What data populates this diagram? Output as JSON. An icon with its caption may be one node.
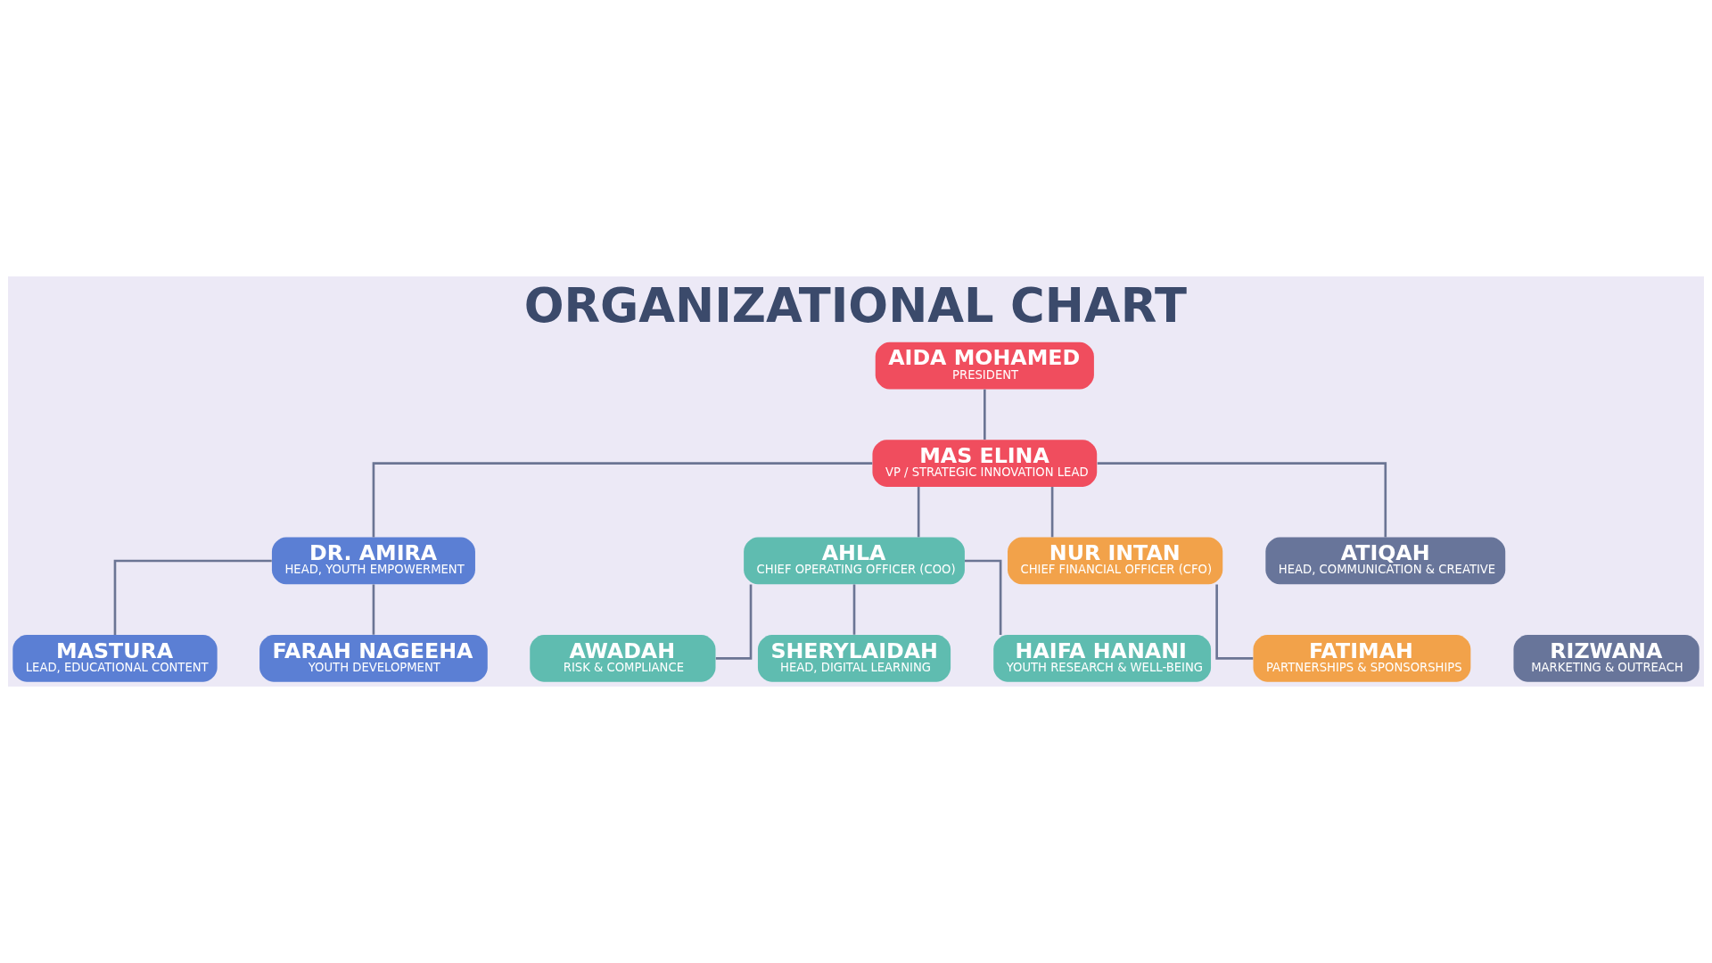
{
  "diagram": {
    "title": "ORGANIZATIONAL CHART",
    "nodes": [
      {
        "text": [
          "AIDA MOHAMED",
          "PRESIDENT"
        ]
      },
      {
        "text": [
          "MAS ELINA",
          "VP / STRATEGIC INNOVATION LEAD"
        ]
      },
      {
        "text": [
          "DR. AMIRA",
          "HEAD, YOUTH EMPOWERMENT"
        ]
      },
      {
        "text": [
          "AHLA",
          "CHIEF OPERATING OFFICER (COO)"
        ]
      },
      {
        "text": [
          "NUR INTAN",
          "CHIEF FINANCIAL OFFICER (CFO)"
        ]
      },
      {
        "text": [
          "ATIQAH",
          "HEAD, COMMUNICATION & CREATIVE"
        ]
      },
      {
        "text": [
          "MASTURA",
          "LEAD, EDUCATIONAL CONTENT"
        ]
      },
      {
        "text": [
          "FARAH NAGEEHA",
          "YOUTH DEVELOPMENT"
        ]
      },
      {
        "text": [
          "FATIMAH",
          "PARTNERSHIPS & SPONSORSHIPS"
        ]
      },
      {
        "text": [
          "RIZWANA",
          "MARKETING & OUTREACH"
        ]
      },
      {
        "text": [
          "AWADAH",
          "RISK & COMPLIANCE"
        ]
      },
      {
        "text": [
          "SHERYLAIDAH",
          "HEAD, DIGITAL LEARNING"
        ]
      },
      {
        "text": [
          "HAIFA HANANI",
          "YOUTH RESEARCH & WELL-BEING"
        ]
      }
    ],
    "edges": [
      {
        "from": 0,
        "to": 1,
        "arrow": "none"
      },
      {
        "from": 1,
        "to": 2,
        "arrow": "none"
      },
      {
        "from": 1,
        "to": 3,
        "arrow": "none"
      },
      {
        "from": 1,
        "to": 4,
        "arrow": "none"
      },
      {
        "from": 1,
        "to": 5,
        "arrow": "none"
      },
      {
        "from": 2,
        "to": 6,
        "arrow": "none"
      },
      {
        "from": 2,
        "to": 7,
        "arrow": "none"
      },
      {
        "from": 4,
        "to": 8,
        "arrow": "none"
      },
      {
        "from": 3,
        "to": 10,
        "arrow": "none"
      },
      {
        "from": 3,
        "to": 11,
        "arrow": "none"
      },
      {
        "from": 3,
        "to": 12,
        "arrow": "none"
      }
    ]
  }
}
